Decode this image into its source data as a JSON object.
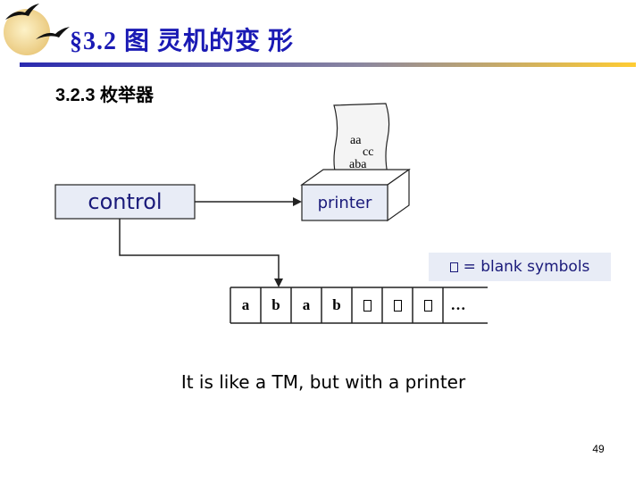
{
  "header": {
    "title": "§3.2  图 灵机的变 形",
    "subtitle": "3.2.3  枚举器"
  },
  "diagram": {
    "control_label": "control",
    "printer_label": "printer",
    "paper_lines": [
      "aa",
      "cc",
      "aba"
    ],
    "legend_text": "= blank symbols",
    "tape_cells": [
      "a",
      "b",
      "a",
      "b",
      "blank",
      "blank",
      "blank",
      "…"
    ]
  },
  "caption": "It is like a TM, but with a printer",
  "footer": {
    "page_number": "49"
  },
  "colors": {
    "title": "#1a1ab4",
    "label_text": "#1a1a7a",
    "box_fill": "#e8ecf6",
    "rule_gradient": [
      "#2a2ab0",
      "#ffcc33"
    ]
  },
  "icons": [
    "seagull-logo-icon",
    "blank-symbol-icon",
    "right-arrow-icon",
    "down-arrow-icon"
  ]
}
